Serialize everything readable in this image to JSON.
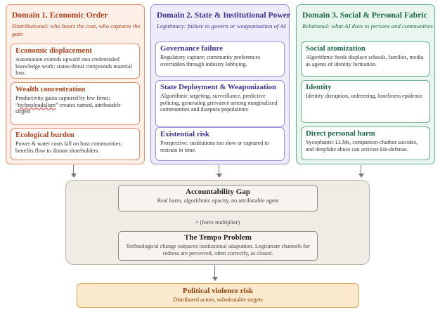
{
  "domains": [
    {
      "title": "Domain 1. Economic Order",
      "subtitle": "Distributional: who bears the cost, who captures the gain",
      "cards": [
        {
          "title": "Economic displacement",
          "desc": "Automation extends upward into credentialed knowledge work; status-threat compounds material loss."
        },
        {
          "title": "Wealth concentration",
          "desc_before": "Productivity gains captured by few firms; “",
          "desc_squiggle": "technofeudalism",
          "desc_after": "” creates named, attributable targets"
        },
        {
          "title": "Ecological burden",
          "desc": "Power & water costs fall on host communities; benefits flow to distant shareholders."
        }
      ]
    },
    {
      "title": "Domain 2. State & Institutional Power",
      "subtitle": "Legitimacy: failure to govern or weaponisation of AI",
      "cards": [
        {
          "title": "Governance failure",
          "desc": "Regulatory capture; community preferences overridden through industry lobbying."
        },
        {
          "title": "State Deployment & Weaponization",
          "desc": "Algorithmic targeting, surveillance, predictive policing, generating grievance among marginalized communities and diaspora populations"
        },
        {
          "title": "Existential risk",
          "desc": "Prospective: institutions too slow or captured to restrain in time."
        }
      ]
    },
    {
      "title": "Domain 3. Social & Personal Fabric",
      "subtitle": "Relational: what AI does to persons and communities",
      "cards": [
        {
          "title": "Social atomization",
          "desc": "Algorithmic feeds displace schools, families, media as agents of identity formation."
        },
        {
          "title": "Identity",
          "desc": "Identity disruption, unfreezing, loneliness epidemic"
        },
        {
          "title": "Direct personal harm",
          "desc": "Sycophantic LLMs, companion-chatbot suicides, and deepfake abuse can activate kin-defense."
        }
      ]
    }
  ],
  "accountability": {
    "title": "Accountability Gap",
    "desc": "Real harm, algorithmic opacity, no attributable agent"
  },
  "multiplier": "× (force multiplier)",
  "tempo": {
    "title": "The Tempo Problem",
    "desc": "Technological change outpaces institutional adaptation. Legitimate channels for redress are perceived, often correctly, as closed."
  },
  "risk": {
    "title": "Political violence risk",
    "desc": "Distributed actors, substitutable targets"
  },
  "colors": {
    "economic": "#b2401a",
    "state": "#3c3296",
    "social": "#1e6a44",
    "risk": "#8f3f0c"
  }
}
